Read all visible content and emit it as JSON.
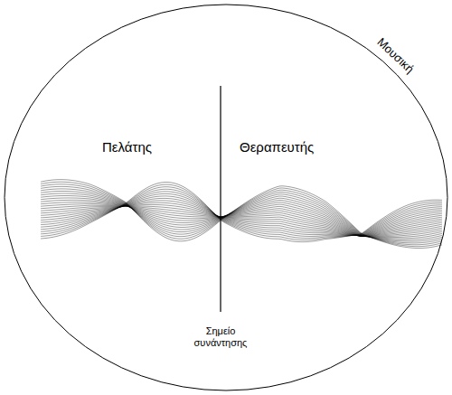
{
  "diagram": {
    "nodes": [
      {
        "text": [
          "Μουσική"
        ]
      }
    ],
    "labels": [
      "Πελάτης",
      "Θεραπευτής",
      "Σημείο συνάντησης"
    ]
  }
}
